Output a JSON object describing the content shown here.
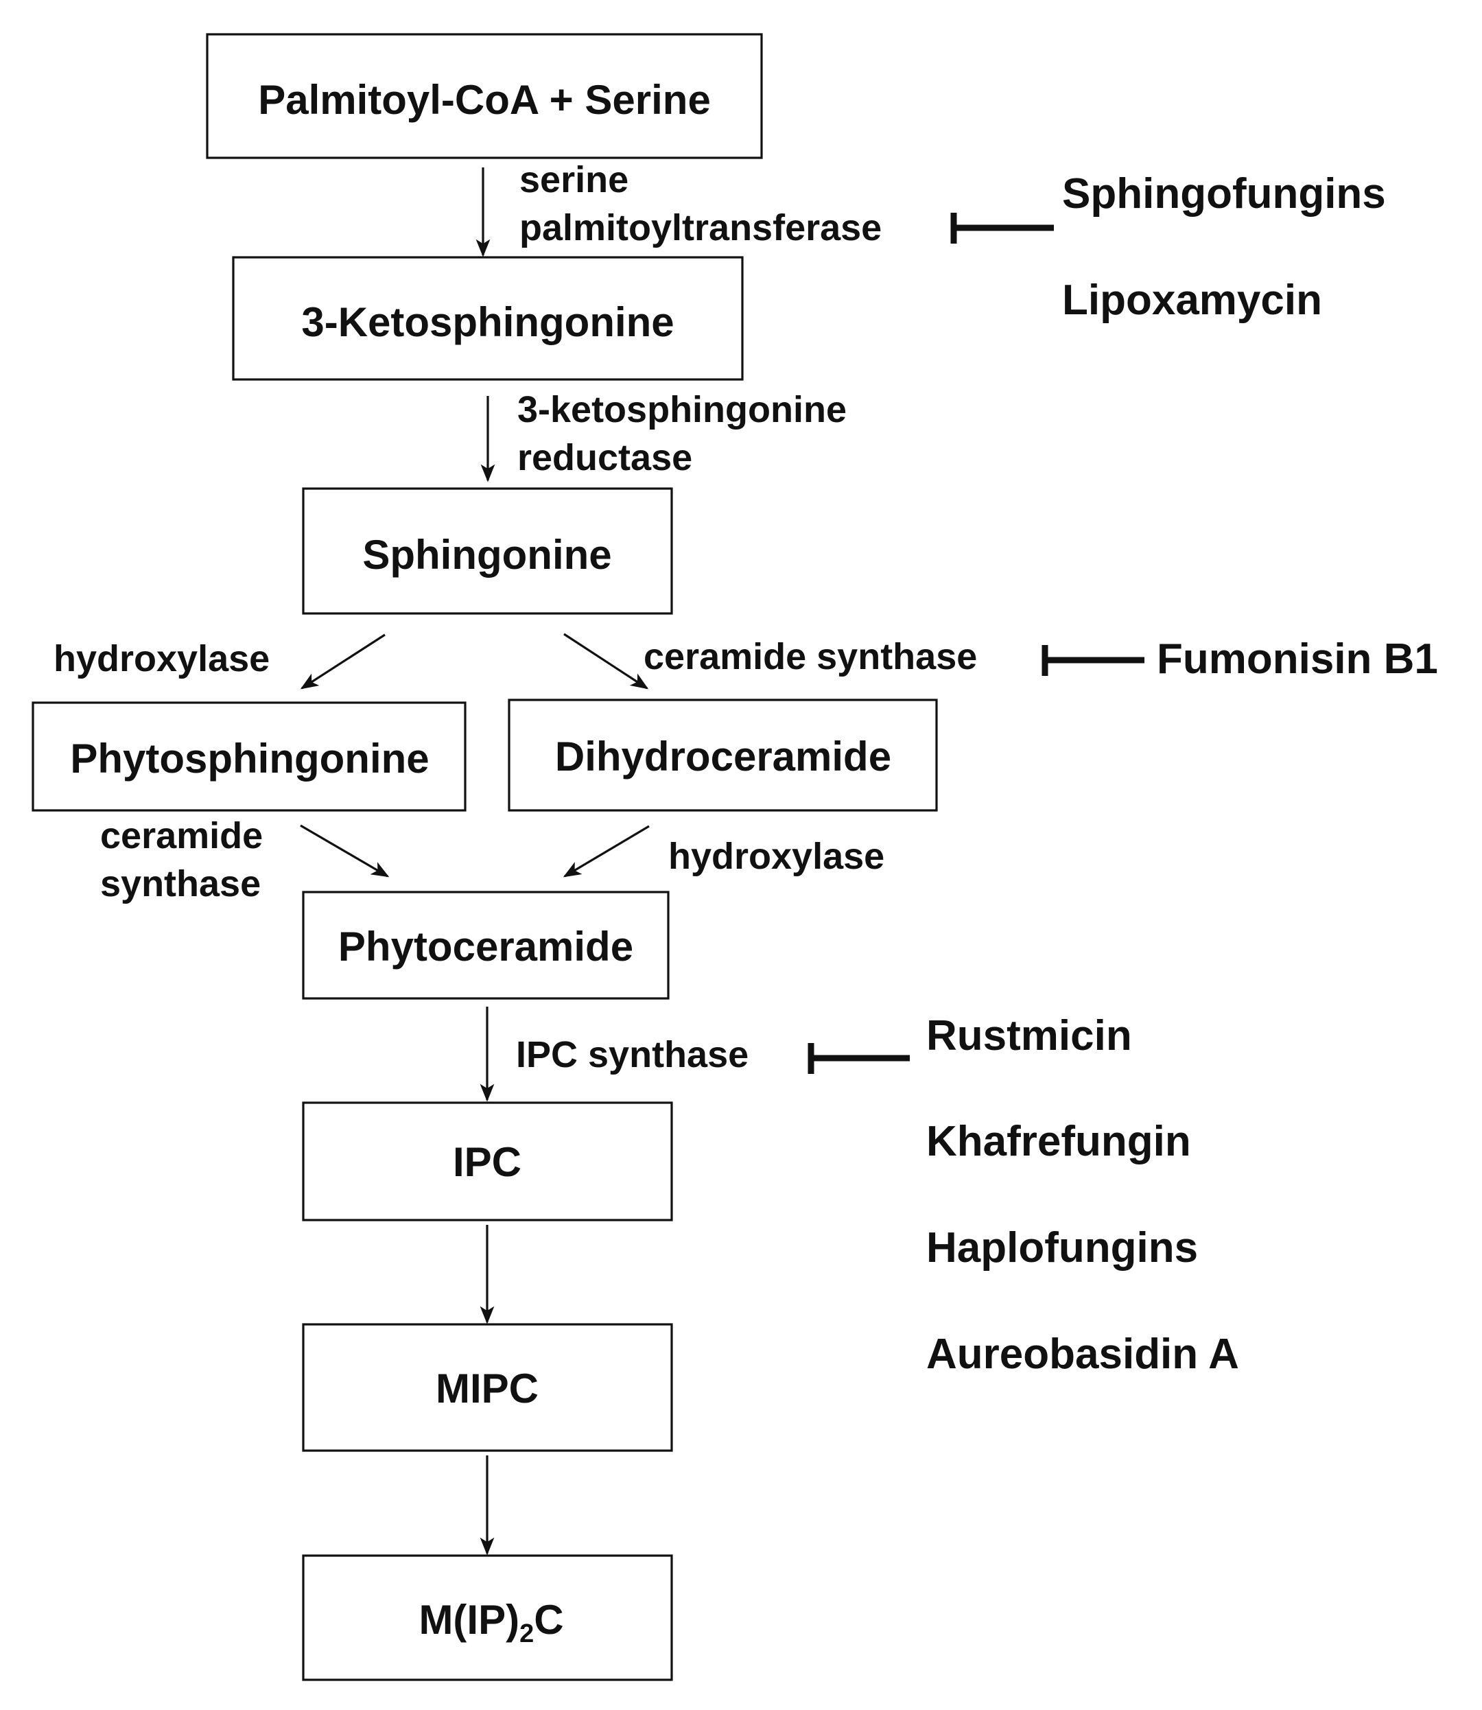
{
  "nodes": {
    "palmitoyl_coa_serine": "Palmitoyl-CoA + Serine",
    "ketosphingonine": "3-Ketosphingonine",
    "sphingonine": "Sphingonine",
    "phytosphingonine": "Phytosphingonine",
    "dihydroceramide": "Dihydroceramide",
    "phytoceramide": "Phytoceramide",
    "ipc": "IPC",
    "mipc": "MIPC",
    "mip2c_main": "M(IP)",
    "mip2c_sub": "2",
    "mip2c_end": "C"
  },
  "enzymes": {
    "serine_1": "serine",
    "serine_2": "palmitoyltransferase",
    "ksr_1": "3-ketosphingonine",
    "ksr_2": "reductase",
    "hydroxylase_left": "hydroxylase",
    "ceramide_synthase_right": "ceramide synthase",
    "ceramide_synthase_left_1": "ceramide",
    "ceramide_synthase_left_2": "synthase",
    "hydroxylase_right": "hydroxylase",
    "ipc_synthase": "IPC synthase"
  },
  "inhibitors": {
    "sphingofungins": "Sphingofungins",
    "lipoxamycin": "Lipoxamycin",
    "fumonisin": "Fumonisin B1",
    "rustmicin": "Rustmicin",
    "khafrefungin": "Khafrefungin",
    "haplofungins": "Haplofungins",
    "aureobasidin": "Aureobasidin A"
  }
}
